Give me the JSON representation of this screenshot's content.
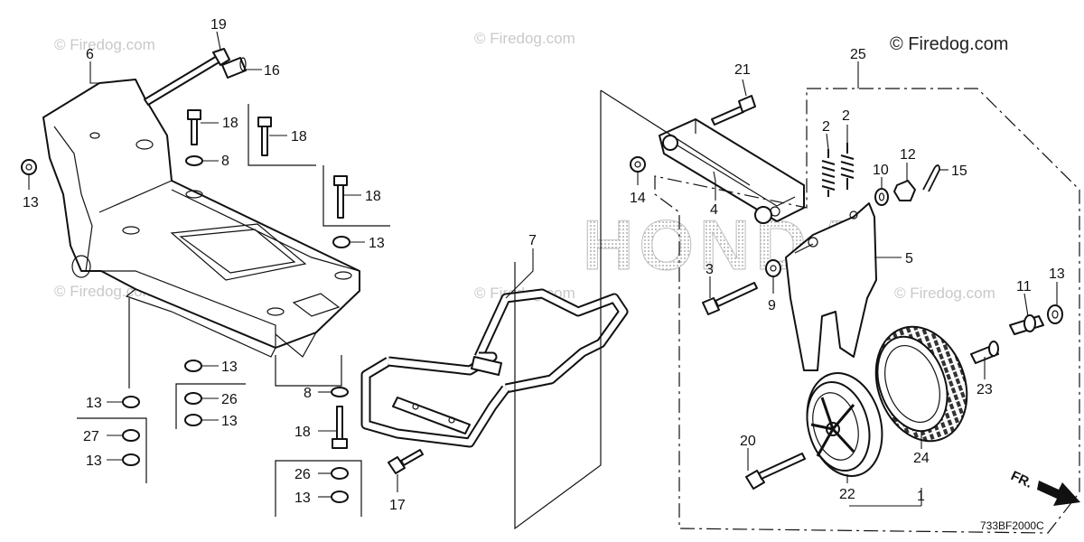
{
  "diagram": {
    "copyright": "© Firedog.com",
    "watermark": "© Firedog.com",
    "brand": "HONDA",
    "drawing_code": "733BF2000C",
    "front_label": "FR."
  },
  "callouts": [
    {
      "id": "c19",
      "text": "19"
    },
    {
      "id": "c16",
      "text": "16"
    },
    {
      "id": "c6",
      "text": "6"
    },
    {
      "id": "c18a",
      "text": "18"
    },
    {
      "id": "c18b",
      "text": "18"
    },
    {
      "id": "c18c",
      "text": "18"
    },
    {
      "id": "c8a",
      "text": "8"
    },
    {
      "id": "c13a",
      "text": "13"
    },
    {
      "id": "c13b",
      "text": "13"
    },
    {
      "id": "c13c",
      "text": "13"
    },
    {
      "id": "c13d",
      "text": "13"
    },
    {
      "id": "c26a",
      "text": "26"
    },
    {
      "id": "c13e",
      "text": "13"
    },
    {
      "id": "c27",
      "text": "27"
    },
    {
      "id": "c13f",
      "text": "13"
    },
    {
      "id": "c8b",
      "text": "8"
    },
    {
      "id": "c18d",
      "text": "18"
    },
    {
      "id": "c26b",
      "text": "26"
    },
    {
      "id": "c13g",
      "text": "13"
    },
    {
      "id": "c17",
      "text": "17"
    },
    {
      "id": "c7",
      "text": "7"
    },
    {
      "id": "c21",
      "text": "21"
    },
    {
      "id": "c25",
      "text": "25"
    },
    {
      "id": "c14",
      "text": "14"
    },
    {
      "id": "c4",
      "text": "4"
    },
    {
      "id": "c2a",
      "text": "2"
    },
    {
      "id": "c2b",
      "text": "2"
    },
    {
      "id": "c10",
      "text": "10"
    },
    {
      "id": "c12",
      "text": "12"
    },
    {
      "id": "c15",
      "text": "15"
    },
    {
      "id": "c5",
      "text": "5"
    },
    {
      "id": "c3",
      "text": "3"
    },
    {
      "id": "c9",
      "text": "9"
    },
    {
      "id": "c11",
      "text": "11"
    },
    {
      "id": "c13h",
      "text": "13"
    },
    {
      "id": "c23",
      "text": "23"
    },
    {
      "id": "c20",
      "text": "20"
    },
    {
      "id": "c24",
      "text": "24"
    },
    {
      "id": "c22",
      "text": "22"
    },
    {
      "id": "c1",
      "text": "1"
    }
  ]
}
